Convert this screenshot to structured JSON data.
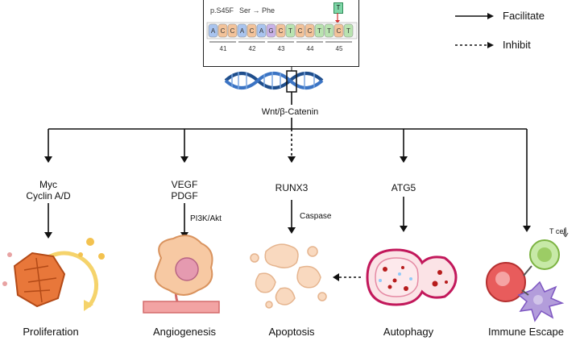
{
  "legend": {
    "facilitate_label": "Facilitate",
    "inhibit_label": "Inhibit"
  },
  "mutation_panel": {
    "mutation_label": "p.S45F",
    "change_label": "Ser → Phe",
    "mutant_base": "T",
    "bases": [
      "A",
      "C",
      "C",
      "A",
      "C",
      "A",
      "G",
      "C",
      "T",
      "C",
      "C",
      "T",
      "T",
      "C",
      "T"
    ],
    "codon_numbers": [
      "41",
      "42",
      "43",
      "44",
      "45"
    ]
  },
  "pathway_label": "Wnt/β-Catenin",
  "branches": [
    {
      "id": "proliferation",
      "mediators": [
        "Myc",
        "Cyclin A/D"
      ],
      "side_label": "",
      "outcome": "Proliferation"
    },
    {
      "id": "angiogenesis",
      "mediators": [
        "VEGF",
        "PDGF"
      ],
      "side_label": "PI3K/Akt",
      "outcome": "Angiogenesis"
    },
    {
      "id": "apoptosis",
      "mediators": [
        "RUNX3"
      ],
      "side_label": "Caspase",
      "outcome": "Apoptosis"
    },
    {
      "id": "autophagy",
      "mediators": [
        "ATG5"
      ],
      "side_label": "",
      "outcome": "Autophagy"
    },
    {
      "id": "immune-escape",
      "mediators": [],
      "side_label": "T cell",
      "outcome": "Immune Escape"
    }
  ],
  "colors": {
    "arrow": "#111111",
    "dna_blue": "#1f4e8c",
    "base_A": "#a9c4ef",
    "base_C": "#f3c39a",
    "base_G": "#c9b2e8",
    "base_T": "#b9e3b0",
    "mutant": "#7fd6a8",
    "mutation_arrow": "#d32f2f"
  }
}
